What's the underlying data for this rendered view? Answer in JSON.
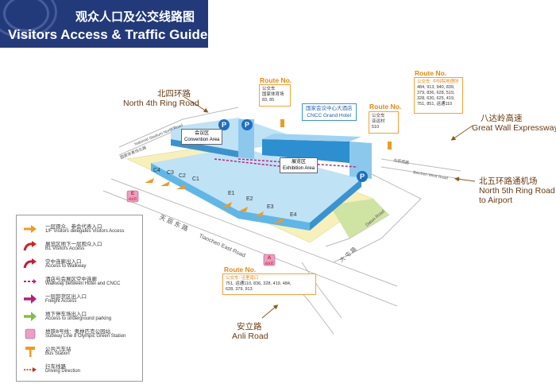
{
  "header": {
    "title_cn": "观众人口及公交线路图",
    "title_en": "Visitors Access & Traffic Guide"
  },
  "roads": {
    "north4_cn": "北四环路",
    "north4_en": "North 4th Ring Road",
    "badaling_cn": "八达岭高速",
    "badaling_en": "Great Wall Expressway",
    "north5_cn": "北五环路通机场",
    "north5_en": "North 5th Ring Road",
    "north5_en2": "to Airport",
    "anli_cn": "安立路",
    "anli_en": "Anli Road",
    "tianchen_cn": "天 辰 东 路",
    "tianchen_en": "Tianchen East Road",
    "beichen_cn": "北辰西路",
    "beichen_en": "Beichen West Road",
    "datun_cn": "大 屯 路",
    "datun_en": "Datun Road",
    "nat_stadium_cn": "国家体育场北路",
    "nat_stadium_en": "National Stadium North Road"
  },
  "areas": {
    "convention_cn": "会议区",
    "convention_en": "Convention Area",
    "exhibition_cn": "展览区",
    "exhibition_en": "Exhibition Area",
    "hotel_cn": "国家会议中心大酒店",
    "hotel_en": "CNCC Grand Hotel",
    "halls": [
      "C4",
      "C3",
      "C2",
      "C1",
      "E1",
      "E2",
      "E3",
      "E4"
    ],
    "parking": "P"
  },
  "exits": [
    {
      "letter": "E",
      "label": "exit"
    },
    {
      "letter": "A",
      "label": "exit"
    }
  ],
  "routes": [
    {
      "title": "Route No.",
      "stop": "公交车",
      "stop2": "国家体育场",
      "lines": [
        "83, 85"
      ]
    },
    {
      "title": "Route No.",
      "stop": "公交车",
      "stop2": "亚运村",
      "lines": [
        "510"
      ]
    },
    {
      "title": "Route No.",
      "stop": "公交车: 中科院地理所",
      "stop2": "",
      "lines": [
        "484, 913, 940, 839,",
        "379, 836, 628, 519,",
        "328, 630, 625, 419,",
        "751, 851, 运通110"
      ]
    },
    {
      "title": "Route No.",
      "stop": "公交车: 洼里南口",
      "stop2": "",
      "lines": [
        "751, 运通110, 836, 328, 419, 484,",
        "628, 379, 913"
      ]
    }
  ],
  "legend": [
    {
      "cn": "一层观众、参会代表入口",
      "en": "1/F Visitors delegates Visitors Access",
      "icon": "orange-arrow-icon",
      "color": "#f39a1e"
    },
    {
      "cn": "展览区地下一层观众入口",
      "en": "B1 Visitors Access",
      "icon": "red-curved-arrow-icon",
      "color": "#d2231f"
    },
    {
      "cn": "空中连廊出入口",
      "en": "Access to Walkway",
      "icon": "red-curved-arrow-icon",
      "color": "#c41b3a"
    },
    {
      "cn": "酒店与会展区空中连廊",
      "en": "Walkway between Hotel and CNCC",
      "icon": "dashed-line-icon",
      "color": "#c2217f"
    },
    {
      "cn": "一层卸货区出入口",
      "en": "Freight Access",
      "icon": "purple-arrow-icon",
      "color": "#b0237a"
    },
    {
      "cn": "地下停车场出入口",
      "en": "Access to underground parking",
      "icon": "green-arrow-icon",
      "color": "#7fc241"
    },
    {
      "cn": "地铁8号线：奥林匹克公园站",
      "en": "Subway Line 8 Olympic Green Station",
      "icon": "subway-icon",
      "color": "#e9a0c4"
    },
    {
      "cn": "公共汽车站",
      "en": "Bus Station",
      "icon": "bus-stop-icon",
      "color": "#f39a1e"
    },
    {
      "cn": "行车线路",
      "en": "Driving Direction",
      "icon": "driving-arrow-icon",
      "color": "#d2231f"
    }
  ]
}
